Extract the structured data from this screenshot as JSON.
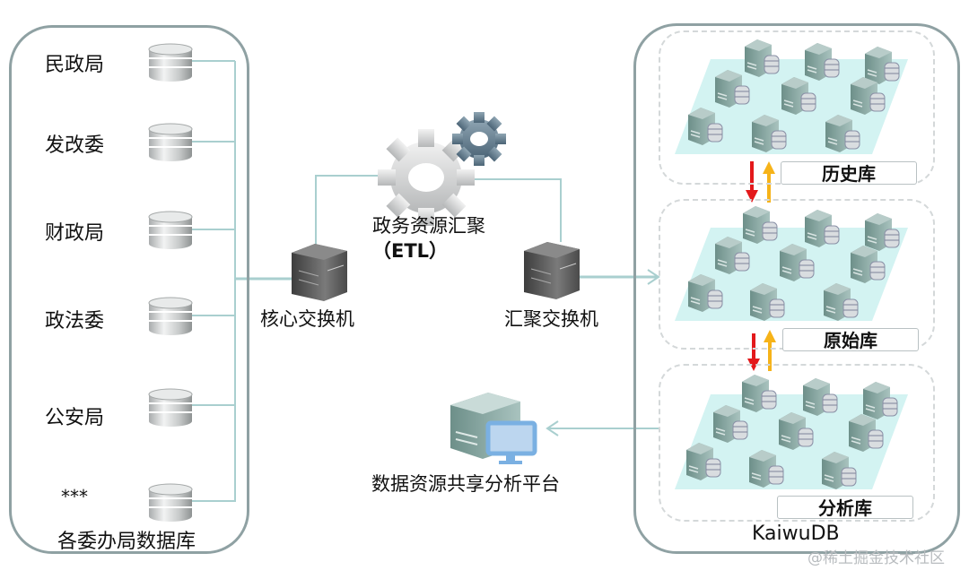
{
  "left_panel": {
    "title": "各委办局数据库",
    "departments": [
      {
        "label": "民政局",
        "icon": "database-icon"
      },
      {
        "label": "发改委",
        "icon": "database-icon"
      },
      {
        "label": "财政局",
        "icon": "database-icon"
      },
      {
        "label": "政法委",
        "icon": "database-icon"
      },
      {
        "label": "公安局",
        "icon": "database-icon"
      },
      {
        "label": "***",
        "icon": "database-icon"
      }
    ]
  },
  "middle": {
    "etl": {
      "line1": "政务资源汇聚",
      "line2": "（ETL）",
      "icon": "gear-icon"
    },
    "core_switch": {
      "label": "核心交换机",
      "icon": "switch-icon"
    },
    "aggregation_switch": {
      "label": "汇聚交换机",
      "icon": "switch-icon"
    },
    "platform": {
      "label": "数据资源共享分析平台",
      "icon": "server-monitor-icon"
    }
  },
  "right_panel": {
    "title": "KaiwuDB",
    "groups": [
      {
        "label": "历史库"
      },
      {
        "label": "原始库"
      },
      {
        "label": "分析库"
      }
    ],
    "arrows": {
      "down_color": "#e3191b",
      "up_color": "#f6b319"
    }
  },
  "colors": {
    "panel_border": "#8fa1a3",
    "connector": "#a9cfcf",
    "platform_cyan": "#c8f0ef"
  },
  "watermark": "@稀土掘金技术社区"
}
